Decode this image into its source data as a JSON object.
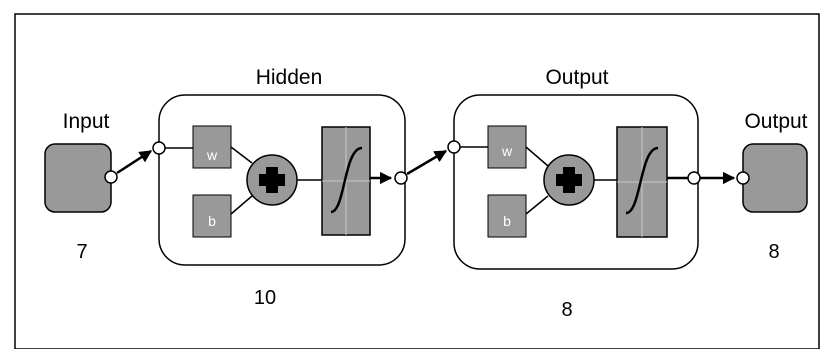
{
  "diagram": {
    "input": {
      "label": "Input",
      "size": "7"
    },
    "hidden": {
      "label": "Hidden",
      "size": "10",
      "weight_label": "w",
      "bias_label": "b"
    },
    "output_layer": {
      "label": "Output",
      "size": "8",
      "weight_label": "w",
      "bias_label": "b"
    },
    "output": {
      "label": "Output",
      "size": "8"
    }
  },
  "colors": {
    "block_fill": "#999999",
    "stroke": "#000000",
    "background": "#ffffff"
  },
  "icons": {
    "sum": "plus-icon",
    "activation": "sigmoid-icon"
  }
}
